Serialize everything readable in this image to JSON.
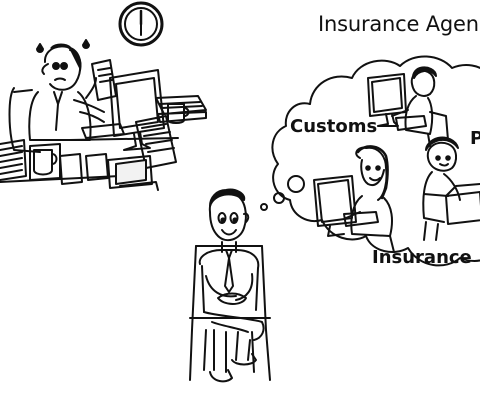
{
  "scene": {
    "title": "Insurance Agen",
    "labels": {
      "customs": "Customs",
      "p_fragment": "P",
      "insurance": "Insurance"
    },
    "colors": {
      "ink": "#111111",
      "paper": "#ffffff"
    }
  }
}
